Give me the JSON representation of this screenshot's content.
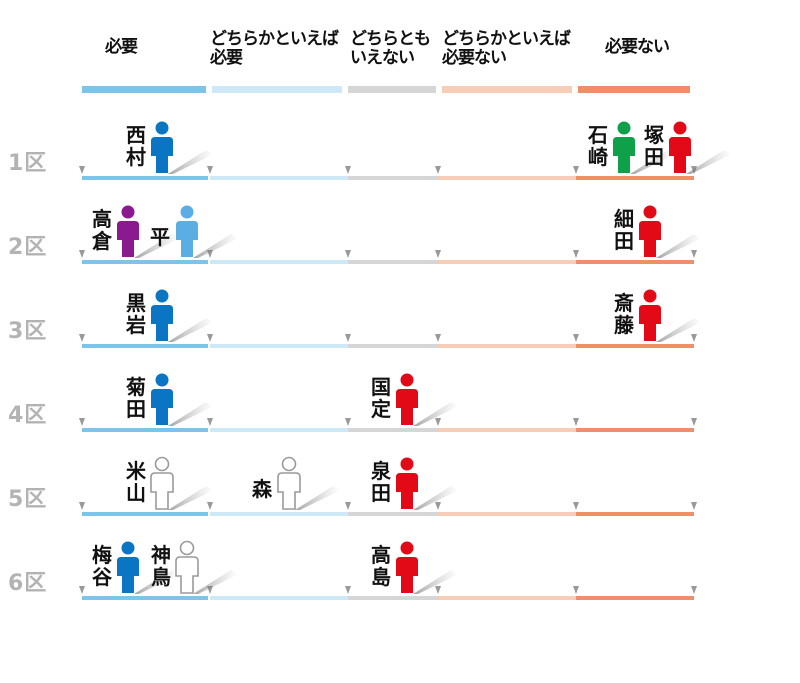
{
  "columns": [
    {
      "label": "必要",
      "color": "#7dc4ea"
    },
    {
      "label": "どちらかといえば\n必要",
      "color": "#cde8f7"
    },
    {
      "label": "どちらとも\nいえない",
      "color": "#d6d6d6"
    },
    {
      "label": "どちらかといえば\n必要ない",
      "color": "#f8cdb7"
    },
    {
      "label": "必要ない",
      "color": "#ef8f68"
    }
  ],
  "rows": [
    {
      "label": "1区",
      "people": [
        {
          "name": "西\n村",
          "col": 0,
          "slot": 0,
          "color": "#0a75c2",
          "filled": true
        },
        {
          "name": "石\n崎",
          "col": 4,
          "slot": 0,
          "color": "#0fa04a",
          "filled": true
        },
        {
          "name": "塚\n田",
          "col": 4,
          "slot": 1,
          "color": "#e20a16",
          "filled": true
        }
      ]
    },
    {
      "label": "2区",
      "people": [
        {
          "name": "高\n倉",
          "col": 0,
          "slot": 0,
          "color": "#8a1a8d",
          "filled": true
        },
        {
          "name": "平",
          "col": 0,
          "slot": 1,
          "color": "#5aaee3",
          "filled": true
        },
        {
          "name": "細\n田",
          "col": 4,
          "slot": 0,
          "color": "#e20a16",
          "filled": true
        }
      ]
    },
    {
      "label": "3区",
      "people": [
        {
          "name": "黒\n岩",
          "col": 0,
          "slot": 0,
          "color": "#0a75c2",
          "filled": true
        },
        {
          "name": "斎\n藤",
          "col": 4,
          "slot": 0,
          "color": "#e20a16",
          "filled": true
        }
      ]
    },
    {
      "label": "4区",
      "people": [
        {
          "name": "菊\n田",
          "col": 0,
          "slot": 0,
          "color": "#0a75c2",
          "filled": true
        },
        {
          "name": "国\n定",
          "col": 2,
          "slot": 0,
          "color": "#e20a16",
          "filled": true
        }
      ]
    },
    {
      "label": "5区",
      "people": [
        {
          "name": "米\n山",
          "col": 0,
          "slot": 0,
          "color": "#9a9a9a",
          "filled": false
        },
        {
          "name": "森",
          "col": 1,
          "slot": 0,
          "color": "#9a9a9a",
          "filled": false
        },
        {
          "name": "泉\n田",
          "col": 2,
          "slot": 0,
          "color": "#e20a16",
          "filled": true
        }
      ]
    },
    {
      "label": "6区",
      "people": [
        {
          "name": "梅\n谷",
          "col": 0,
          "slot": 0,
          "color": "#0a75c2",
          "filled": true
        },
        {
          "name": "神\n鳥",
          "col": 0,
          "slot": 1,
          "color": "#9a9a9a",
          "filled": false
        },
        {
          "name": "高\n島",
          "col": 2,
          "slot": 0,
          "color": "#e20a16",
          "filled": true
        }
      ]
    }
  ]
}
